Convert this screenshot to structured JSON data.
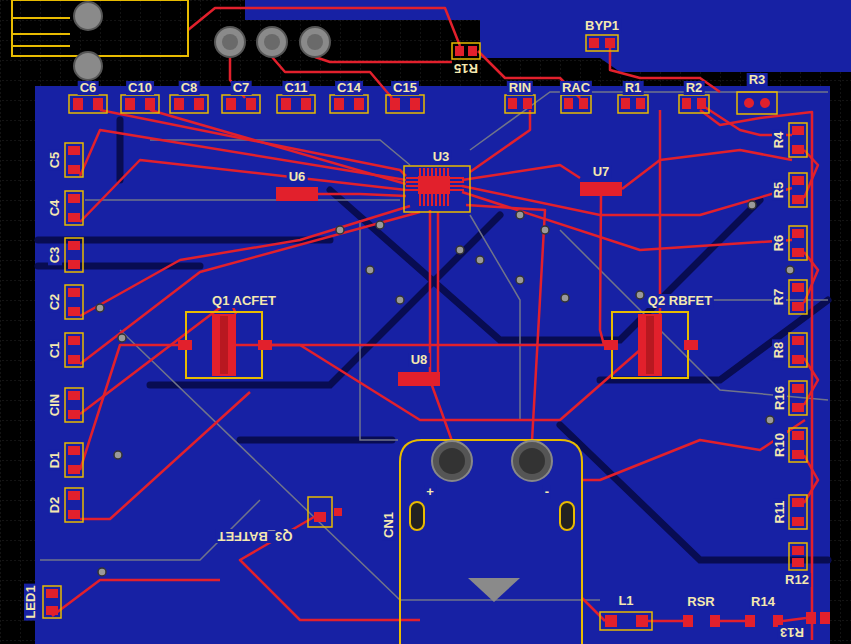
{
  "diagram": {
    "labels": [
      "BYP1",
      "R15",
      "RIN",
      "RAC",
      "R1",
      "R2",
      "R3",
      "C6",
      "C10",
      "C8",
      "C7",
      "C11",
      "C14",
      "C15",
      "U3",
      "U6",
      "U7",
      "C5",
      "C4",
      "C3",
      "C2",
      "C1",
      "Q1 ACFET",
      "Q2 RBFET",
      "U8",
      "CIN",
      "R4",
      "R5",
      "R6",
      "R7",
      "R8",
      "R16",
      "R10",
      "R11",
      "R12",
      "D1",
      "D2",
      "+",
      "-",
      "CN1",
      "Q3_BATFET",
      "LED1",
      "L1",
      "RSR",
      "R14",
      "R13"
    ]
  }
}
